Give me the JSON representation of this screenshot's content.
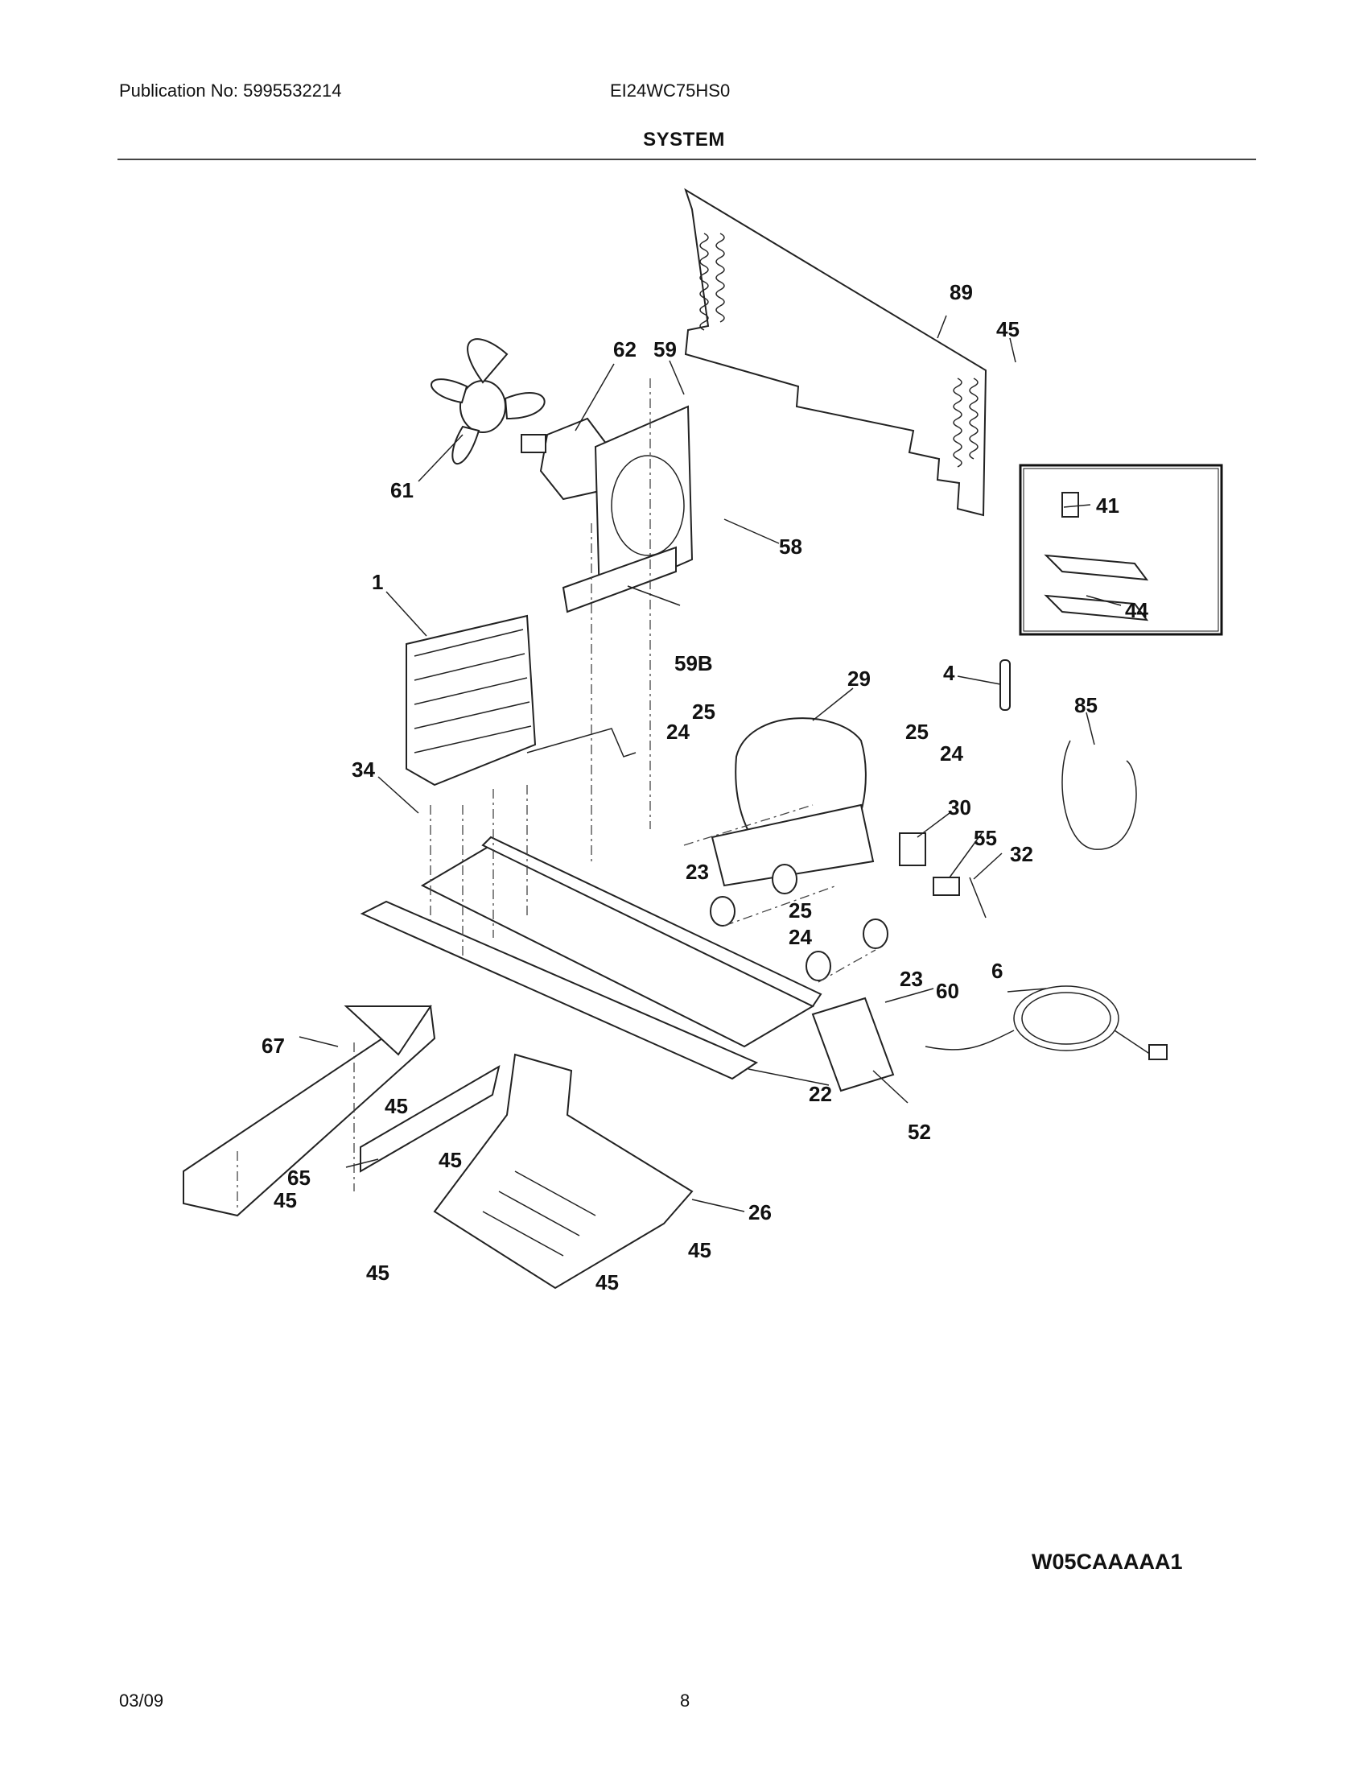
{
  "header": {
    "publication": "Publication No: 5995532214",
    "model": "EI24WC75HS0",
    "title": "SYSTEM"
  },
  "callouts": [
    {
      "id": "c89",
      "text": "89"
    },
    {
      "id": "c45a",
      "text": "45"
    },
    {
      "id": "c62",
      "text": "62"
    },
    {
      "id": "c59",
      "text": "59"
    },
    {
      "id": "c61",
      "text": "61"
    },
    {
      "id": "c41",
      "text": "41"
    },
    {
      "id": "c58",
      "text": "58"
    },
    {
      "id": "c44",
      "text": "44"
    },
    {
      "id": "c1",
      "text": "1"
    },
    {
      "id": "c59b",
      "text": "59B"
    },
    {
      "id": "c29",
      "text": "29"
    },
    {
      "id": "c4",
      "text": "4"
    },
    {
      "id": "c85",
      "text": "85"
    },
    {
      "id": "c25a",
      "text": "25"
    },
    {
      "id": "c24a",
      "text": "24"
    },
    {
      "id": "c25b",
      "text": "25"
    },
    {
      "id": "c24b",
      "text": "24"
    },
    {
      "id": "c34",
      "text": "34"
    },
    {
      "id": "c30",
      "text": "30"
    },
    {
      "id": "c55",
      "text": "55"
    },
    {
      "id": "c32",
      "text": "32"
    },
    {
      "id": "c23a",
      "text": "23"
    },
    {
      "id": "c25c",
      "text": "25"
    },
    {
      "id": "c24c",
      "text": "24"
    },
    {
      "id": "c23b",
      "text": "23"
    },
    {
      "id": "c6",
      "text": "6"
    },
    {
      "id": "c60",
      "text": "60"
    },
    {
      "id": "c67",
      "text": "67"
    },
    {
      "id": "c22",
      "text": "22"
    },
    {
      "id": "c45b",
      "text": "45"
    },
    {
      "id": "c52",
      "text": "52"
    },
    {
      "id": "c65",
      "text": "65"
    },
    {
      "id": "c45c",
      "text": "45"
    },
    {
      "id": "c45d",
      "text": "45"
    },
    {
      "id": "c26",
      "text": "26"
    },
    {
      "id": "c45e",
      "text": "45"
    },
    {
      "id": "c45f",
      "text": "45"
    },
    {
      "id": "c45g",
      "text": "45"
    }
  ],
  "figure_code": "W05CAAAAA1",
  "footer": {
    "date": "03/09",
    "page": "8"
  }
}
